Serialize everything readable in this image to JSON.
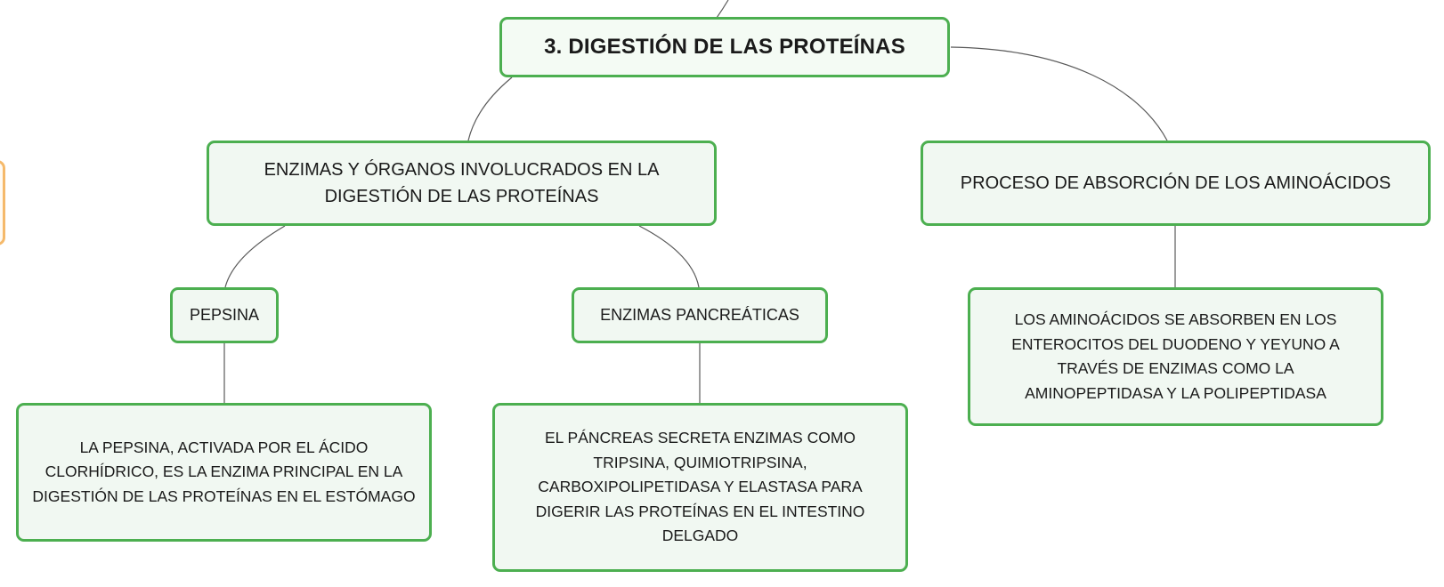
{
  "colors": {
    "node_border": "#4caf50",
    "node_fill": "#f1f8f2",
    "connector": "#5a5a5a",
    "side_stub_border": "#f5b96a"
  },
  "mindmap": {
    "root": {
      "label": "3. DIGESTIÓN DE LAS PROTEÍNAS"
    },
    "enzimas_organos": {
      "label": "ENZIMAS Y ÓRGANOS INVOLUCRADOS EN LA DIGESTIÓN DE LAS PROTEÍNAS"
    },
    "proceso_absorcion": {
      "label": "PROCESO DE ABSORCIÓN DE LOS AMINOÁCIDOS"
    },
    "pepsina": {
      "label": "PEPSINA"
    },
    "enzimas_pancreaticas": {
      "label": "ENZIMAS PANCREÁTICAS"
    },
    "pepsina_detalle": {
      "label": "LA PEPSINA, ACTIVADA POR EL ÁCIDO CLORHÍDRICO, ES LA ENZIMA PRINCIPAL EN LA DIGESTIÓN DE LAS PROTEÍNAS EN EL ESTÓMAGO"
    },
    "pancreas_detalle": {
      "label": "EL PÁNCREAS SECRETA ENZIMAS COMO TRIPSINA, QUIMIOTRIPSINA, CARBOXIPOLIPETIDASA Y ELASTASA PARA DIGERIR LAS PROTEÍNAS EN EL INTESTINO DELGADO"
    },
    "absorcion_detalle": {
      "label": "LOS AMINOÁCIDOS SE ABSORBEN EN LOS ENTEROCITOS DEL DUODENO Y YEYUNO A TRAVÉS DE ENZIMAS COMO LA AMINOPEPTIDASA Y LA POLIPEPTIDASA"
    }
  }
}
